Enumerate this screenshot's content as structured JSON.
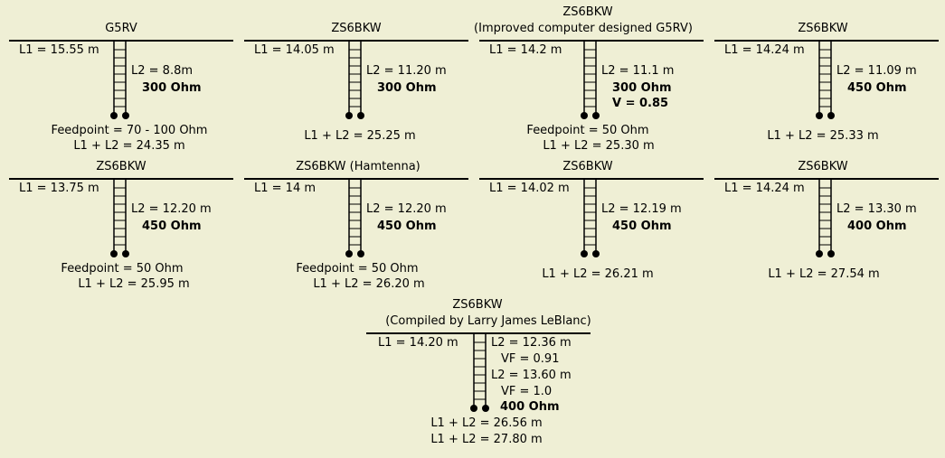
{
  "colors": {
    "background": "#efefd5",
    "ink": "#000000"
  },
  "antennas": [
    {
      "title": "G5RV",
      "l1": "L1 = 15.55 m",
      "l2": "L2 = 8.8m",
      "impedance": "300 Ohm",
      "feedpoint": "Feedpoint = 70 - 100 Ohm",
      "total": "L1 + L2 = 24.35 m"
    },
    {
      "title": "ZS6BKW",
      "l1": "L1 = 14.05 m",
      "l2": "L2 = 11.20 m",
      "impedance": "300 Ohm",
      "total": "L1 + L2 = 25.25 m"
    },
    {
      "title": "ZS6BKW",
      "subtitle": "(Improved computer designed G5RV)",
      "l1": "L1 = 14.2 m",
      "l2": "L2 = 11.1 m",
      "impedance": "300 Ohm",
      "velocity": "V = 0.85",
      "feedpoint": "Feedpoint = 50 Ohm",
      "total": "L1 + L2 = 25.30 m"
    },
    {
      "title": "ZS6BKW",
      "l1": "L1 = 14.24 m",
      "l2": "L2 = 11.09 m",
      "impedance": "450 Ohm",
      "total": "L1 + L2 = 25.33 m"
    },
    {
      "title": "ZS6BKW",
      "l1": "L1 = 13.75 m",
      "l2": "L2 = 12.20 m",
      "impedance": "450 Ohm",
      "feedpoint": "Feedpoint = 50 Ohm",
      "total": "L1 + L2 = 25.95 m"
    },
    {
      "title": "ZS6BKW (Hamtenna)",
      "l1": "L1 = 14 m",
      "l2": "L2 = 12.20 m",
      "impedance": "450 Ohm",
      "feedpoint": "Feedpoint = 50 Ohm",
      "total": "L1 + L2 = 26.20 m"
    },
    {
      "title": "ZS6BKW",
      "l1": "L1 = 14.02 m",
      "l2": "L2 = 12.19 m",
      "impedance": "450 Ohm",
      "total": "L1 + L2 = 26.21 m"
    },
    {
      "title": "ZS6BKW",
      "l1": "L1 = 14.24 m",
      "l2": "L2 = 13.30 m",
      "impedance": "400 Ohm",
      "total": "L1 + L2 = 27.54 m"
    },
    {
      "title": "ZS6BKW",
      "subtitle": "(Compiled by Larry James LeBlanc)",
      "l1": "L1 = 14.20 m",
      "l2a": "L2 = 12.36 m",
      "vfa": "VF = 0.91",
      "l2b": "L2 = 13.60 m",
      "vfb": "VF = 1.0",
      "impedance": "400 Ohm",
      "total_a": "L1 + L2 = 26.56 m",
      "total_b": "L1 + L2 = 27.80 m"
    }
  ]
}
